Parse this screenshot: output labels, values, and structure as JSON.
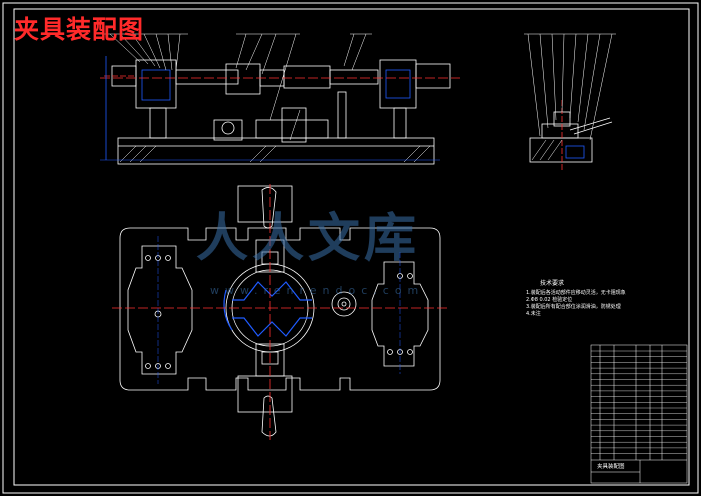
{
  "drawing": {
    "title": "夹具装配图",
    "technical_requirements": {
      "heading": "技术要求",
      "notes": [
        "1.装配后各活动部件应移动灵活，无卡阻现象",
        "2.Φ8  0.02 检验定位",
        "3.装配后所有配合部位涂润滑油，防锈处理",
        "4.未注"
      ]
    },
    "title_block": {
      "name": "夹具装配图"
    },
    "watermark": {
      "text": "人人文库",
      "url": "www.renrendoc.com"
    },
    "colors": {
      "background": "#000000",
      "lines": "#ffffff",
      "title": "#ff2a2a",
      "dimensions": "#1f5bff",
      "center_lines": "#ff3030",
      "watermark": "#3a6fa8"
    }
  }
}
